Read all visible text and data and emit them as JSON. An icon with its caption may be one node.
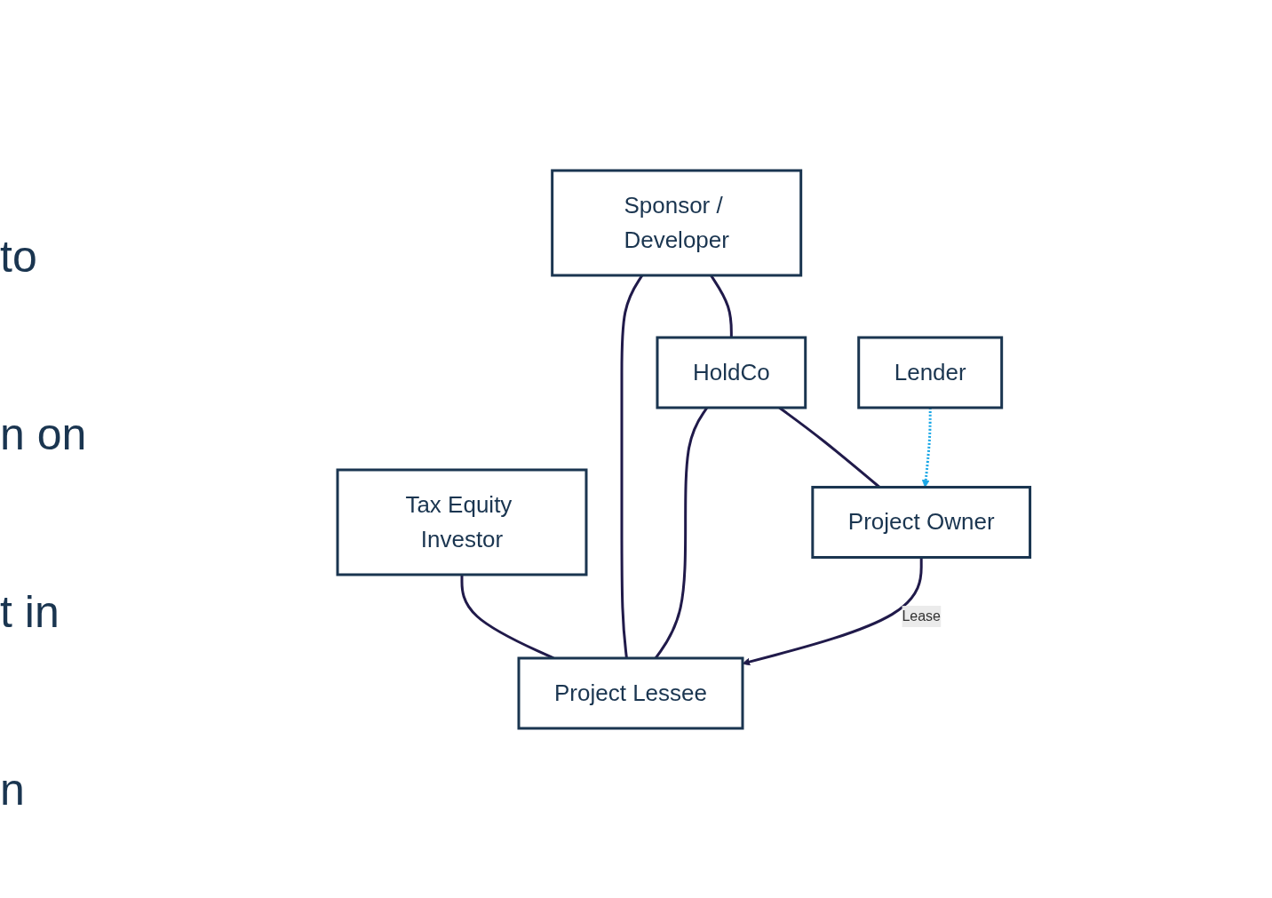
{
  "diagram": {
    "nodes": [
      {
        "text": [
          "Tax Equity Investor"
        ]
      },
      {
        "text": [
          "Sponsor / Developer"
        ]
      },
      {
        "text": [
          "Project Lessee"
        ]
      },
      {
        "text": [
          "HoldCo"
        ]
      },
      {
        "text": [
          "Project Owner"
        ]
      },
      {
        "text": [
          "Lender"
        ]
      }
    ],
    "edges": [
      {
        "from": 0,
        "to": 2,
        "arrow": "none"
      },
      {
        "from": 1,
        "to": 2,
        "arrow": "none"
      },
      {
        "from": 1,
        "to": 3,
        "arrow": "none"
      },
      {
        "from": 3,
        "to": 2,
        "arrow": "none"
      },
      {
        "from": 3,
        "to": 4,
        "arrow": "none"
      },
      {
        "from": 4,
        "to": 2,
        "arrow": "to",
        "label": "Lease"
      },
      {
        "from": 5,
        "to": 4,
        "arrow": "to",
        "style": "dashed",
        "color": "#1aa7e6"
      }
    ],
    "labels": [
      "to",
      "n on",
      "t in",
      "n"
    ]
  }
}
